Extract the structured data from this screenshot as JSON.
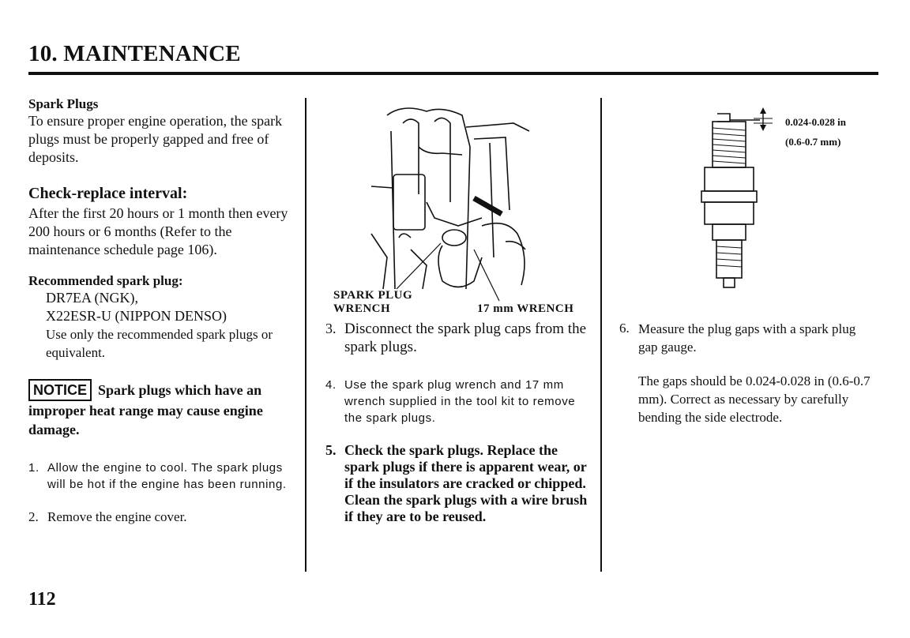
{
  "header": {
    "title": "10. MAINTENANCE"
  },
  "page_number": "112",
  "col1": {
    "spark_heading": "Spark Plugs",
    "intro": "To ensure proper engine operation, the spark plugs must be properly gapped and free of deposits.",
    "interval_heading": "Check-replace interval:",
    "interval_text": "After the first 20 hours or 1 month then every 200 hours or 6 months (Refer to the maintenance schedule page 106).",
    "recommended_heading": "Recommended spark plug:",
    "plug1": "DR7EA (NGK),",
    "plug2": "X22ESR-U (NIPPON DENSO)",
    "plug_note": "Use only the recommended spark plugs or equivalent.",
    "notice_label": "NOTICE",
    "notice_text": "Spark plugs which have an improper heat range may cause engine damage.",
    "step1_num": "1.",
    "step1_text": "Allow the engine to cool. The spark plugs will be hot if the engine has been running.",
    "step2_num": "2.",
    "step2_text": "Remove the engine cover."
  },
  "figure": {
    "label_wrench_1": "SPARK PLUG",
    "label_wrench_2": "WRENCH",
    "label_17mm": "17 mm WRENCH"
  },
  "col2": {
    "step3_num": "3.",
    "step3_text": "Disconnect the spark plug caps from the spark plugs.",
    "step4_num": "4.",
    "step4_text": "Use the spark plug wrench and 17 mm wrench supplied in the tool kit to remove the spark plugs.",
    "step5_num": "5.",
    "step5_text": "Check the spark plugs. Replace the spark plugs if there is apparent wear, or if the insulators are cracked or chipped. Clean the spark plugs with a wire brush if they are to be reused."
  },
  "gap_figure": {
    "gap_in": "0.024-0.028 in",
    "gap_mm": "(0.6-0.7 mm)"
  },
  "col3": {
    "step6_num": "6.",
    "step6_text": "Measure the plug gaps with a spark plug gap gauge.",
    "gap_text": "The gaps should be 0.024-0.028 in (0.6-0.7 mm). Correct as necessary by carefully bending the side electrode."
  }
}
